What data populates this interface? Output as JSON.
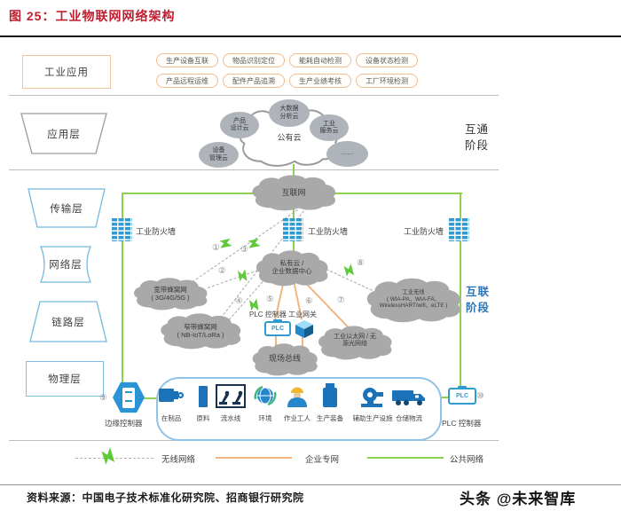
{
  "title": "图 25：工业物联网网络架构",
  "layer_column": {
    "industrial_app": "工业应用",
    "application": "应用层",
    "transport": "传输层",
    "network": "网络层",
    "link": "链路层",
    "physical": "物理层"
  },
  "app_tags": [
    "生产设备互联",
    "物品识别定位",
    "能耗自动检测",
    "设备状态检测",
    "产品远程运维",
    "配件产品追溯",
    "生产业绩考核",
    "工厂环境检测"
  ],
  "stages": {
    "interop": {
      "line1": "互通",
      "line2": "阶段"
    },
    "interconnect": {
      "line1": "互联",
      "line2": "阶段"
    }
  },
  "clouds": {
    "public": {
      "label": "公有云"
    },
    "satellites": [
      {
        "lines": [
          "产品",
          "设计云"
        ]
      },
      {
        "lines": [
          "大数据",
          "分析云"
        ]
      },
      {
        "lines": [
          "工业",
          "服务云"
        ]
      },
      {
        "lines": [
          "设备",
          "管理云"
        ]
      },
      {
        "lines": [
          "……"
        ]
      }
    ],
    "internet": {
      "label": "互联网"
    },
    "private": {
      "lines": [
        "私有云 /",
        "企业数据中心"
      ]
    },
    "broadband": {
      "lines": [
        "宽带蜂窝网",
        "( 3G/4G/5G )"
      ]
    },
    "narrowband": {
      "lines": [
        "窄带蜂窝网",
        "( NB-IoT/LoRa )"
      ]
    },
    "industrial_wireless": {
      "lines": [
        "工业无线",
        "( WIA-PA、WIA-FA、",
        "WirelessHART/wifi、eLTE )"
      ]
    },
    "ethernet": {
      "lines": [
        "工业以太网 / 无",
        "源光网络"
      ]
    },
    "fieldbus": {
      "label": "现场总线"
    }
  },
  "firewall_label": "工业防火墙",
  "gateway_row_label": "PLC 控制器 工业网关",
  "plc_text": "PLC",
  "edge_controller_label": "边缘控制器",
  "plc_controller_label": "PLC 控制器",
  "devices": [
    "在制品",
    "原料",
    "流水线",
    "环境",
    "作业工人",
    "生产装备",
    "辅助生产设施",
    "仓储物流"
  ],
  "numbers": [
    "①",
    "②",
    "③",
    "④",
    "⑤",
    "⑥",
    "⑦",
    "⑧",
    "⑨",
    "⑩"
  ],
  "legend": {
    "wireless": "无线网络",
    "enterprise": "企业专网",
    "public": "公共网络"
  },
  "footer": {
    "source": "资料来源：中国电子技术标准化研究院、招商银行研究院",
    "watermark": "头条 @未来智库"
  },
  "colors": {
    "title_red": "#bf1e2e",
    "public_network_green": "#8ed04f",
    "enterprise_network_orange": "#f2b57f",
    "stage_blue": "#2e75b6",
    "firewall_blue": "#2f9bd0",
    "cloud_gray": "#a9a9a9",
    "icon_blue": "#1b72b8"
  }
}
